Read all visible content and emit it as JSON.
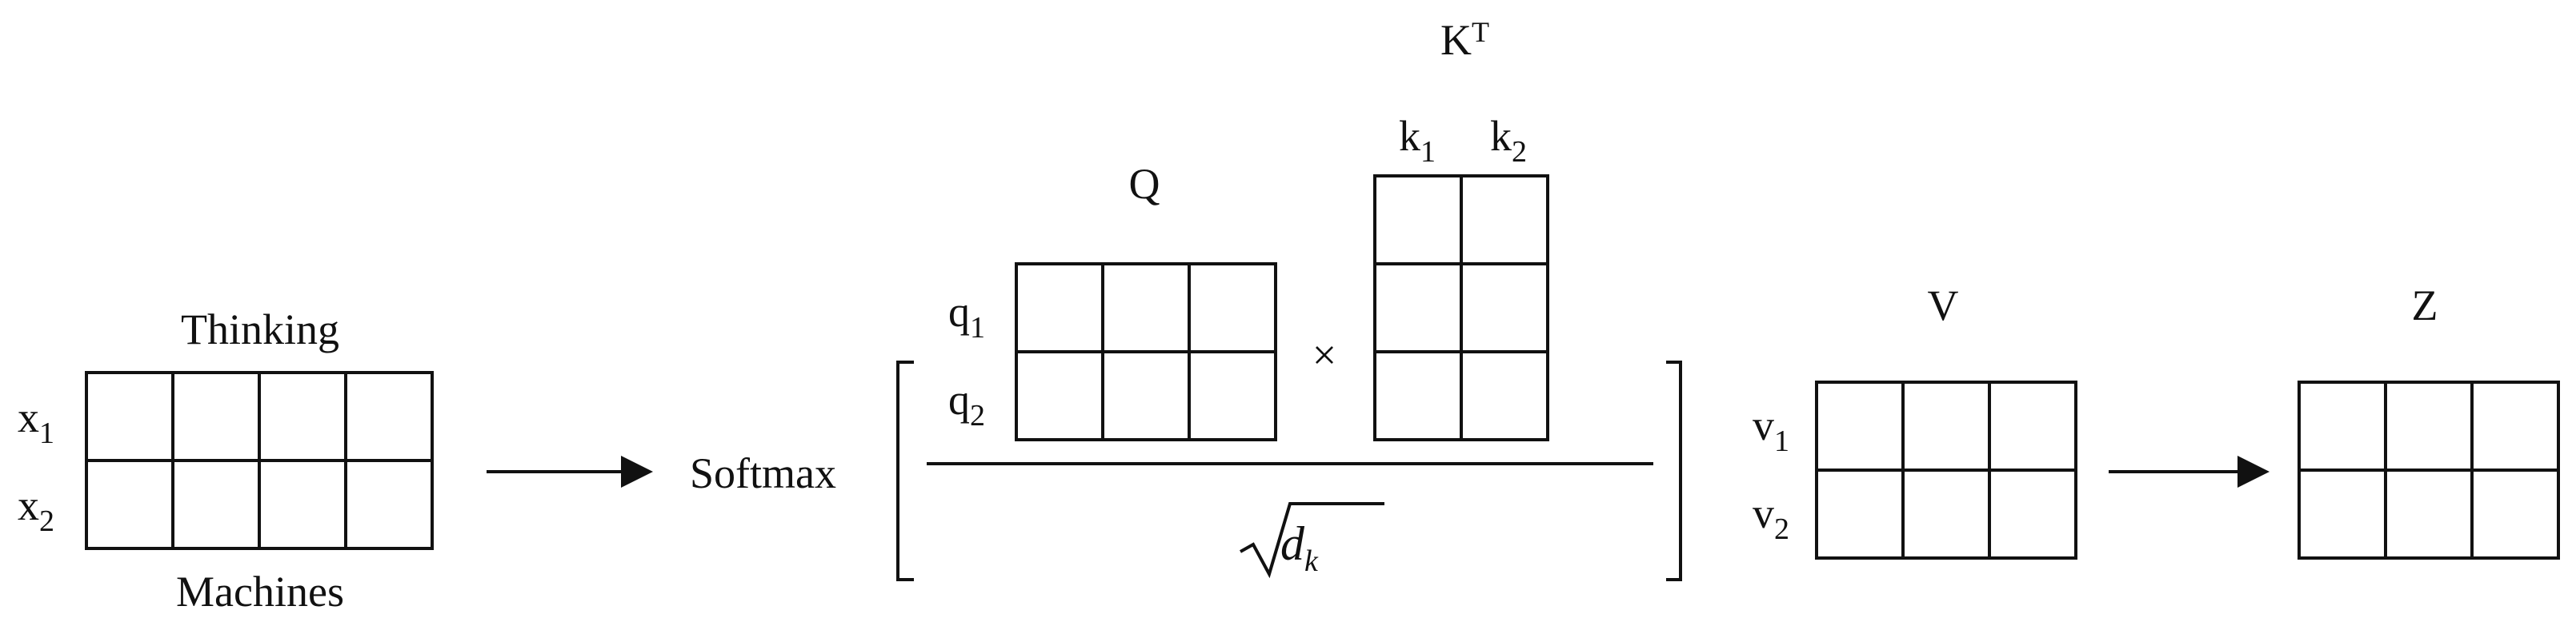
{
  "colors": {
    "ink": "#111111",
    "background": "#ffffff"
  },
  "input": {
    "top_label": "Thinking",
    "bottom_label": "Machines",
    "rows": [
      {
        "base": "x",
        "sub": "1"
      },
      {
        "base": "x",
        "sub": "2"
      }
    ],
    "cols": 4
  },
  "softmax": {
    "label": "Softmax",
    "q": {
      "label": "Q",
      "rows": [
        {
          "base": "q",
          "sub": "1"
        },
        {
          "base": "q",
          "sub": "2"
        }
      ],
      "cols": 3
    },
    "times": "×",
    "kt": {
      "base": "K",
      "sup": "T",
      "cols": [
        {
          "base": "k",
          "sub": "1"
        },
        {
          "base": "k",
          "sub": "2"
        }
      ],
      "rows": 3
    },
    "denominator": {
      "base": "d",
      "sub": "k"
    }
  },
  "v": {
    "label": "V",
    "rows": [
      {
        "base": "v",
        "sub": "1"
      },
      {
        "base": "v",
        "sub": "2"
      }
    ],
    "cols": 3
  },
  "z": {
    "label": "Z",
    "rows": 2,
    "cols": 3
  }
}
